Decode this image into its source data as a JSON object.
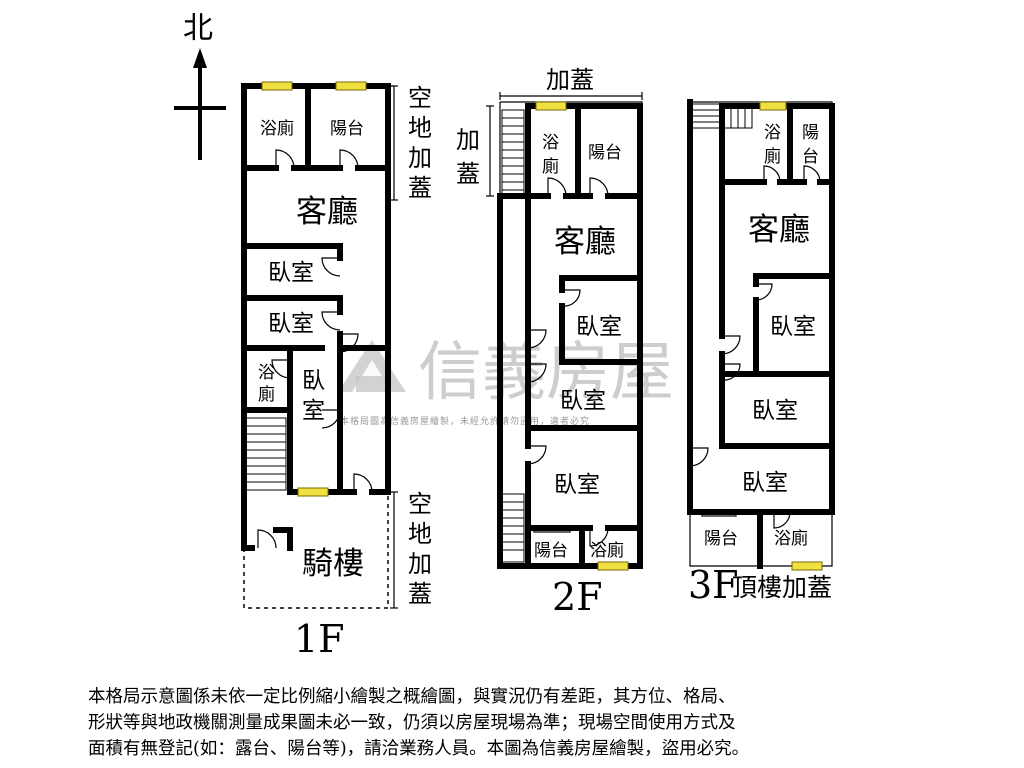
{
  "compass": {
    "north_label": "北"
  },
  "rooms": {
    "bath": "浴廁",
    "balcony": "陽台",
    "living": "客廳",
    "bedroom": "臥室",
    "arcade": "騎樓",
    "bath_v1": "浴",
    "bath_v2": "廁",
    "bedroom_v1": "臥",
    "bedroom_v2": "室",
    "balcony_v1": "陽",
    "balcony_v2": "台"
  },
  "notes": {
    "vacant_land_addition": [
      "空",
      "地",
      "加",
      "蓋"
    ],
    "addition_h": "加蓋",
    "addition_v": [
      "加",
      "蓋"
    ]
  },
  "floors": {
    "f1": "1F",
    "f2": "2F",
    "f3": "3F",
    "f3_suffix": "頂樓加蓋"
  },
  "watermark": {
    "brand": "信義房屋",
    "line": "本格局圖為信義房屋繪製，未經允許請勿盜用，違者必究"
  },
  "disclaimer": [
    "本格局示意圖係未依一定比例縮小繪製之概繪圖，與實況仍有差距，其方位、格局、",
    "形狀等與地政機關測量成果圖未必一致，仍須以房屋現場為準；現場空間使用方式及",
    "面積有無登記(如：露台、陽台等)，請洽業務人員。本圖為信義房屋繪製，盜用必究。"
  ]
}
